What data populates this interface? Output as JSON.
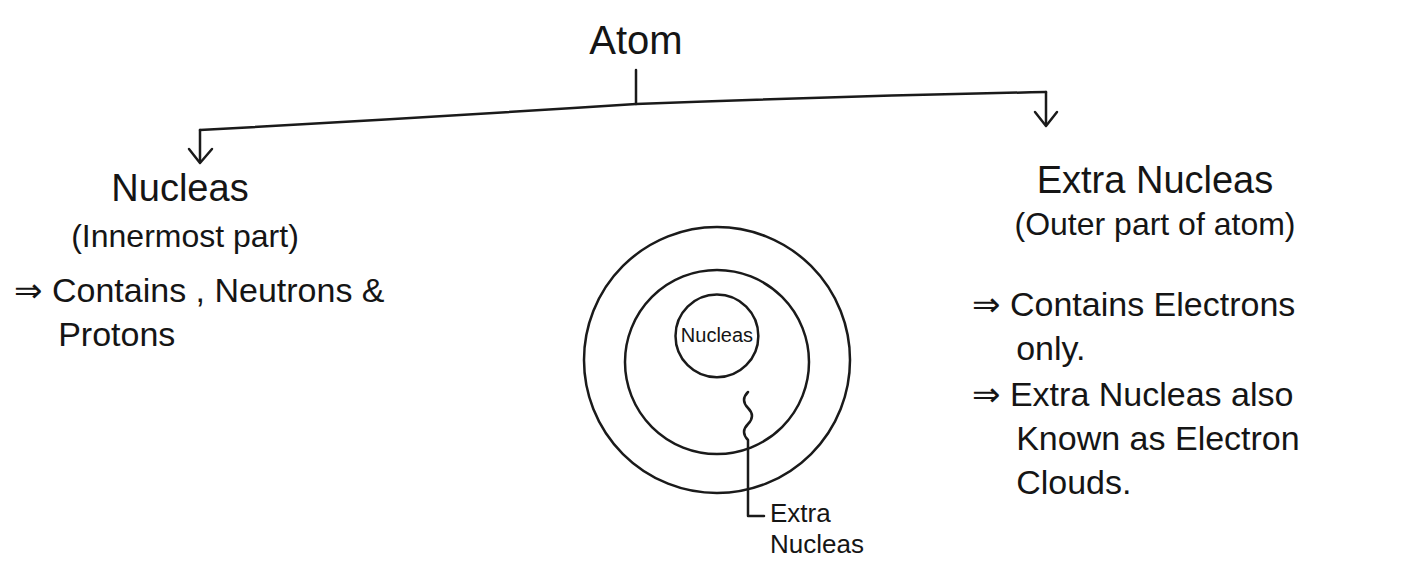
{
  "diagram": {
    "title": "Atom",
    "nodes": [
      {
        "text": [
          "Nucleas"
        ]
      }
    ],
    "labels": [
      "Nucleas",
      "(Innermost part)",
      "⇒ Contains , Neutrons & Protons",
      "Extra Nucleas",
      "(Outer part of atom)",
      "⇒ Contains Electrons only.",
      "⇒ Extra Nucleas also Known as Electron Clouds.",
      "Extra Nucleas"
    ]
  }
}
